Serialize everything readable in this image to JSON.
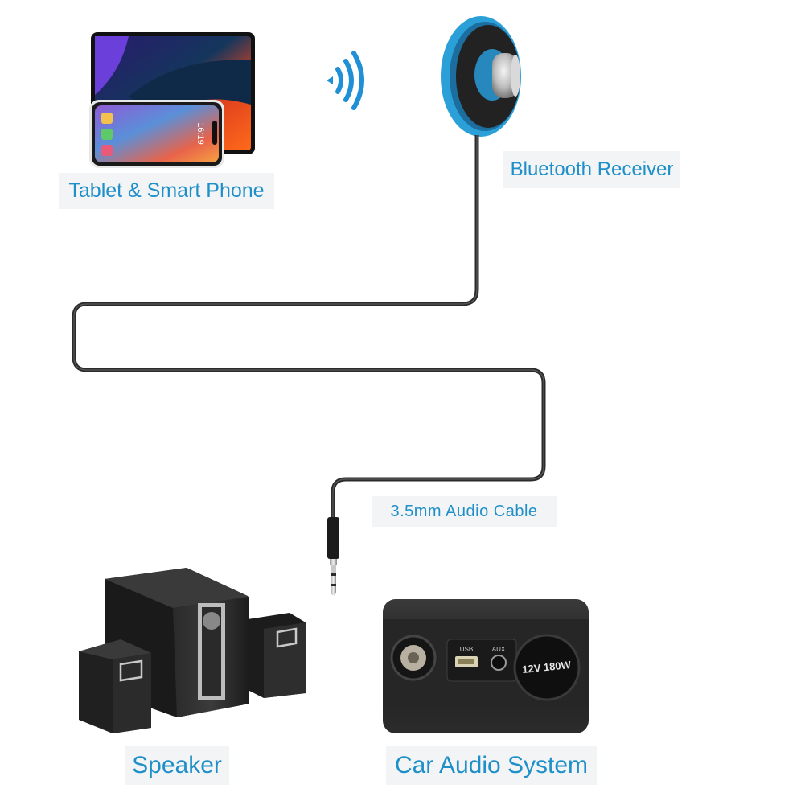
{
  "labels": {
    "devices": "Tablet & Smart Phone",
    "receiver": "Bluetooth Receiver",
    "cable": "3.5mm Audio Cable",
    "speaker": "Speaker",
    "car": "Car Audio System"
  },
  "phone_screen": {
    "time": "16:19"
  },
  "car_panel": {
    "usb": "USB",
    "aux": "AUX",
    "socket": "12V 180W"
  },
  "colors": {
    "label_text": "#1f8fc9",
    "label_bg": "#f2f4f5",
    "accent_blue": "#2a9fd8",
    "cable": "#2b2b2b"
  }
}
